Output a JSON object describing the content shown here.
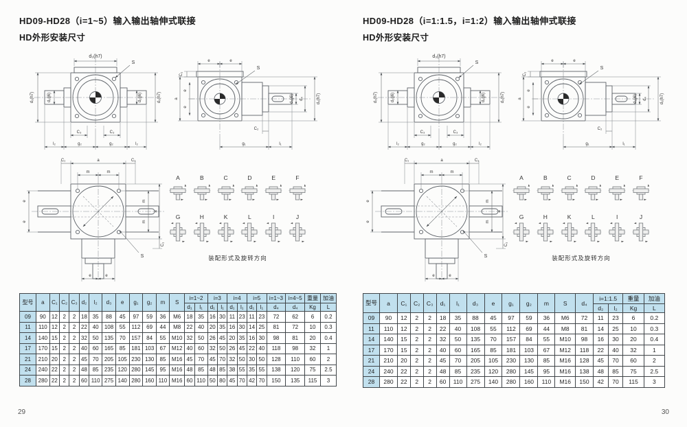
{
  "left_page": {
    "title_line1": "HD09-HD28（i=1~5）输入输出轴伸式联接",
    "title_line2": "HD外形安装尺寸",
    "page_number": "29"
  },
  "right_page": {
    "title_line1": "HD09-HD28（i=1:1.5，i=1:2）输入输出轴伸式联接",
    "title_line2": "HD外形安装尺寸",
    "page_number": "30"
  },
  "coupling": {
    "row1": [
      "A",
      "B",
      "C",
      "D",
      "E",
      "F"
    ],
    "row2": [
      "G",
      "H",
      "K",
      "L",
      "I",
      "J"
    ],
    "caption": "装配形式及旋转方向"
  },
  "drawings": {
    "front": {
      "top": "d₃(h7)",
      "left": "d₃(h7)",
      "right": "d₃(h7)",
      "shaft_left": "d₂(j6)",
      "shaft_right": "d₂(j6)",
      "c3a": "C₃",
      "c3b": "C₃",
      "l2a": "l₂",
      "g2a": "g₂",
      "g2b": "g₂",
      "l2b": "l₂",
      "s": "S"
    },
    "side": {
      "c1": "C₁",
      "e1": "e",
      "e2": "e",
      "a": "a",
      "e3": "e",
      "e4": "e",
      "d1": "d₁(j6)",
      "d4": "d₄",
      "d3": "d₃(h7)",
      "c2": "C₂",
      "g1": "g₁",
      "l1": "l₁",
      "s": "S"
    },
    "plan": {
      "c1a": "C₁",
      "a_top": "a",
      "c1b": "C₁",
      "m1": "m",
      "m2": "m",
      "e1": "e",
      "e2": "e",
      "m3": "m",
      "m4": "m",
      "a_right": "a",
      "c1c": "C₁",
      "e3": "e",
      "e4": "e",
      "s": "S"
    }
  },
  "left_table": {
    "simple_cols": [
      "型号",
      "a",
      "C₁",
      "C₂",
      "C₃",
      "d₂",
      "l₂",
      "d₃",
      "e",
      "g₁",
      "g₂",
      "m",
      "S"
    ],
    "groups": [
      {
        "label": "i=1~2",
        "sub": [
          "d₁",
          "l₁"
        ]
      },
      {
        "label": "i=3",
        "sub": [
          "d₁",
          "l₁"
        ]
      },
      {
        "label": "i=4",
        "sub": [
          "d₁",
          "l₁"
        ]
      },
      {
        "label": "i=5",
        "sub": [
          "d₁",
          "l₁"
        ]
      },
      {
        "label": "i=1~3",
        "sub": [
          "d₄"
        ]
      },
      {
        "label": "i=4~5",
        "sub": [
          "d₄"
        ]
      },
      {
        "label": "重量",
        "sub": [
          "Kg"
        ]
      },
      {
        "label": "加油",
        "sub": [
          "L"
        ]
      }
    ],
    "rows": [
      [
        "09",
        "90",
        "12",
        "2",
        "2",
        "18",
        "35",
        "88",
        "45",
        "97",
        "59",
        "36",
        "M6",
        "18",
        "35",
        "16",
        "30",
        "11",
        "23",
        "11",
        "23",
        "72",
        "62",
        "6",
        "0.2"
      ],
      [
        "11",
        "110",
        "12",
        "2",
        "2",
        "22",
        "40",
        "108",
        "55",
        "112",
        "69",
        "44",
        "M8",
        "22",
        "40",
        "20",
        "35",
        "16",
        "30",
        "14",
        "25",
        "81",
        "72",
        "10",
        "0.3"
      ],
      [
        "14",
        "140",
        "15",
        "2",
        "2",
        "32",
        "50",
        "135",
        "70",
        "157",
        "84",
        "55",
        "M10",
        "32",
        "50",
        "26",
        "45",
        "20",
        "35",
        "16",
        "30",
        "98",
        "81",
        "20",
        "0.4"
      ],
      [
        "17",
        "170",
        "15",
        "2",
        "2",
        "40",
        "60",
        "165",
        "85",
        "181",
        "103",
        "67",
        "M12",
        "40",
        "60",
        "32",
        "50",
        "26",
        "45",
        "22",
        "40",
        "118",
        "98",
        "32",
        "1"
      ],
      [
        "21",
        "210",
        "20",
        "2",
        "2",
        "45",
        "70",
        "205",
        "105",
        "230",
        "130",
        "85",
        "M16",
        "45",
        "70",
        "45",
        "70",
        "32",
        "50",
        "30",
        "50",
        "128",
        "110",
        "60",
        "2"
      ],
      [
        "24",
        "240",
        "22",
        "2",
        "2",
        "48",
        "85",
        "235",
        "120",
        "280",
        "145",
        "95",
        "M16",
        "48",
        "85",
        "48",
        "85",
        "38",
        "55",
        "35",
        "55",
        "138",
        "120",
        "75",
        "2.5"
      ],
      [
        "28",
        "280",
        "22",
        "2",
        "2",
        "60",
        "110",
        "275",
        "140",
        "280",
        "160",
        "110",
        "M16",
        "60",
        "110",
        "50",
        "80",
        "45",
        "70",
        "42",
        "70",
        "150",
        "135",
        "115",
        "3"
      ]
    ]
  },
  "right_table": {
    "simple_cols": [
      "型号",
      "a",
      "C₁",
      "C₂",
      "C₃",
      "d₁",
      "l₁",
      "d₃",
      "e",
      "g₁",
      "g₂",
      "m",
      "S",
      "d₄"
    ],
    "groups": [
      {
        "label": "i=1:1.5",
        "sub": [
          "d₂",
          "l₂"
        ]
      },
      {
        "label": "重量",
        "sub": [
          "Kg"
        ]
      },
      {
        "label": "加油",
        "sub": [
          "L"
        ]
      }
    ],
    "rows": [
      [
        "09",
        "90",
        "12",
        "2",
        "2",
        "18",
        "35",
        "88",
        "45",
        "97",
        "59",
        "36",
        "M6",
        "72",
        "11",
        "23",
        "6",
        "0.2"
      ],
      [
        "11",
        "110",
        "12",
        "2",
        "2",
        "22",
        "40",
        "108",
        "55",
        "112",
        "69",
        "44",
        "M8",
        "81",
        "14",
        "25",
        "10",
        "0.3"
      ],
      [
        "14",
        "140",
        "15",
        "2",
        "2",
        "32",
        "50",
        "135",
        "70",
        "157",
        "84",
        "55",
        "M10",
        "98",
        "16",
        "30",
        "20",
        "0.4"
      ],
      [
        "17",
        "170",
        "15",
        "2",
        "2",
        "40",
        "60",
        "165",
        "85",
        "181",
        "103",
        "67",
        "M12",
        "118",
        "22",
        "40",
        "32",
        "1"
      ],
      [
        "21",
        "210",
        "20",
        "2",
        "2",
        "45",
        "70",
        "205",
        "105",
        "230",
        "130",
        "85",
        "M16",
        "128",
        "45",
        "70",
        "60",
        "2"
      ],
      [
        "24",
        "240",
        "22",
        "2",
        "2",
        "48",
        "85",
        "235",
        "120",
        "280",
        "145",
        "95",
        "M16",
        "138",
        "48",
        "85",
        "75",
        "2.5"
      ],
      [
        "28",
        "280",
        "22",
        "2",
        "2",
        "60",
        "110",
        "275",
        "140",
        "280",
        "160",
        "110",
        "M16",
        "150",
        "42",
        "70",
        "115",
        "3"
      ]
    ]
  },
  "colors": {
    "table_header_bg": "#c1e0ee",
    "drawing_line": "#5c6167",
    "border": "#3f4448"
  }
}
